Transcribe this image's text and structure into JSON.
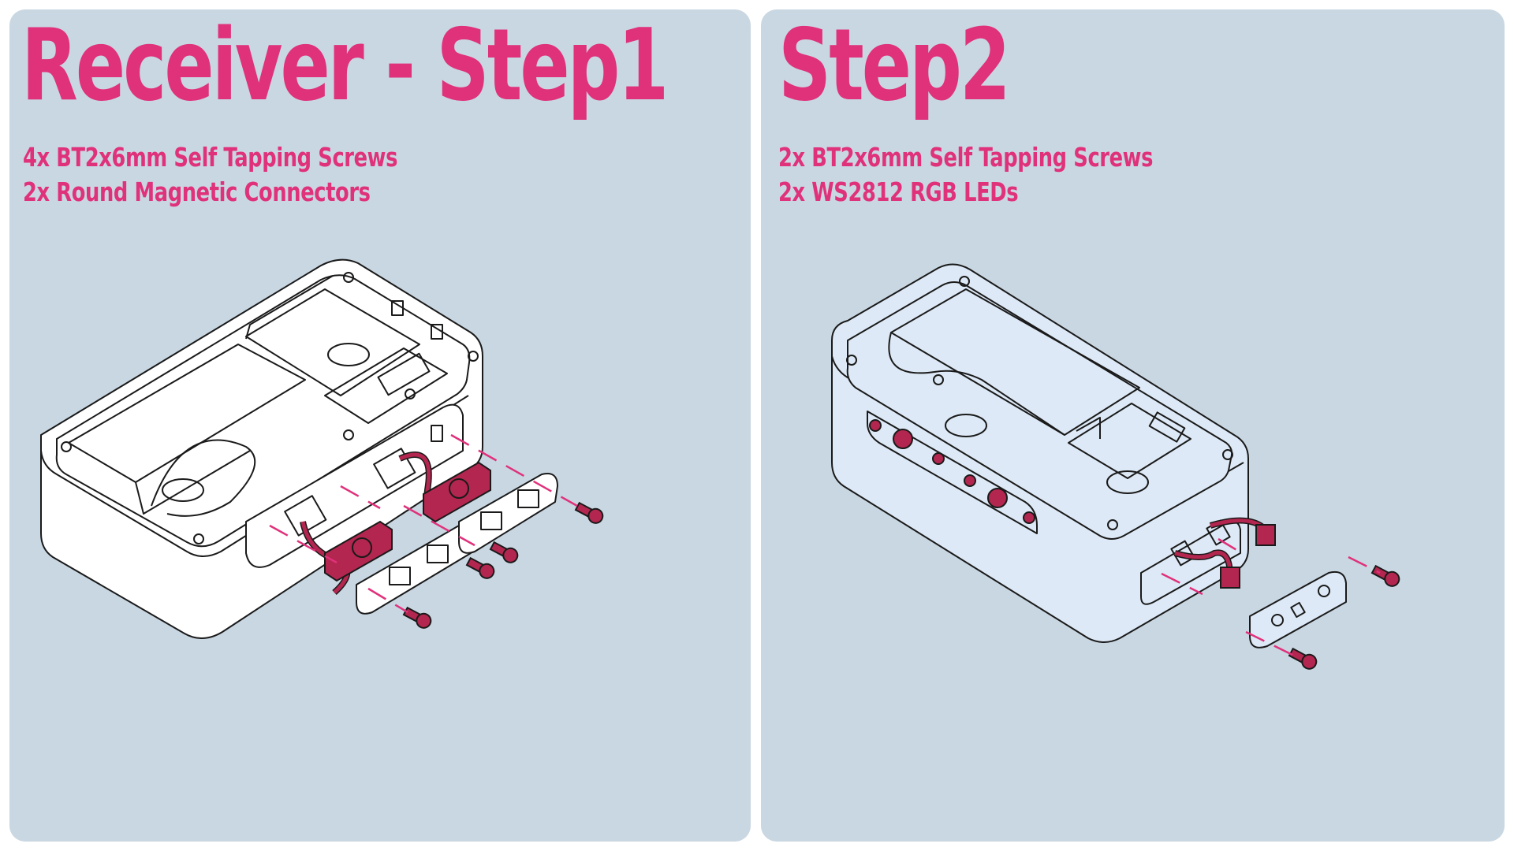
{
  "step1": {
    "title": "Receiver - Step1",
    "parts": [
      "4x BT2x6mm Self Tapping Screws",
      "2x Round Magnetic Connectors"
    ]
  },
  "step2": {
    "title": "Step2",
    "parts": [
      "2x BT2x6mm Self Tapping Screws",
      "2x WS2812 RGB LEDs"
    ]
  },
  "colors": {
    "panel_background": "#c9d7e2",
    "accent": "#e0317b",
    "part_outline": "#1a1a1a",
    "step1_housing_fill": "#ffffff",
    "step2_housing_fill": "#dde9f6",
    "hardware_fill": "#b3264f"
  }
}
